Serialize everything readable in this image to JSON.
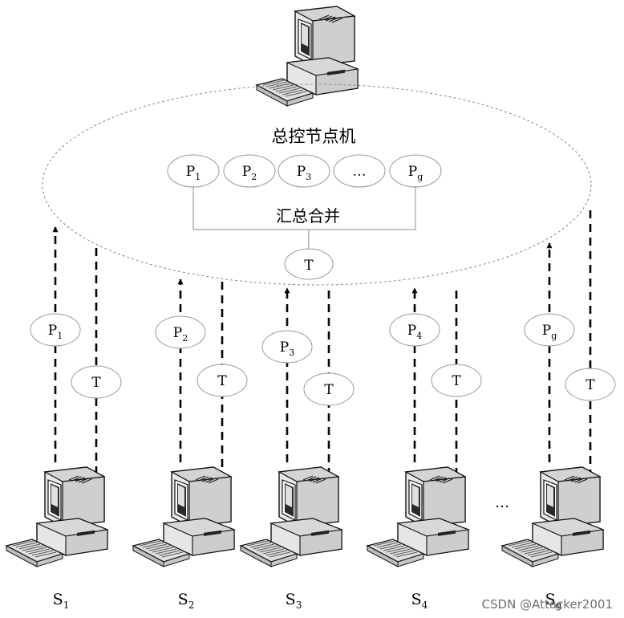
{
  "center": {
    "title": "总控节点机",
    "merge_label": "汇总合并",
    "partials": [
      {
        "base": "P",
        "sub": "1"
      },
      {
        "base": "P",
        "sub": "2"
      },
      {
        "base": "P",
        "sub": "3"
      },
      {
        "base": "…",
        "sub": ""
      },
      {
        "base": "P",
        "sub": "g"
      }
    ],
    "result": "T"
  },
  "links": [
    {
      "up": {
        "base": "P",
        "sub": "1"
      },
      "down": "T"
    },
    {
      "up": {
        "base": "P",
        "sub": "2"
      },
      "down": "T"
    },
    {
      "up": {
        "base": "P",
        "sub": "3"
      },
      "down": "T"
    },
    {
      "up": {
        "base": "P",
        "sub": "4"
      },
      "down": "T"
    },
    {
      "up": {
        "base": "P",
        "sub": "g"
      },
      "down": "T"
    }
  ],
  "nodes": [
    {
      "base": "S",
      "sub": "1"
    },
    {
      "base": "S",
      "sub": "2"
    },
    {
      "base": "S",
      "sub": "3"
    },
    {
      "base": "S",
      "sub": "4"
    },
    {
      "base": "S",
      "sub": "g"
    }
  ],
  "ellipsis": "…",
  "watermark": "CSDN @Attacker2001"
}
